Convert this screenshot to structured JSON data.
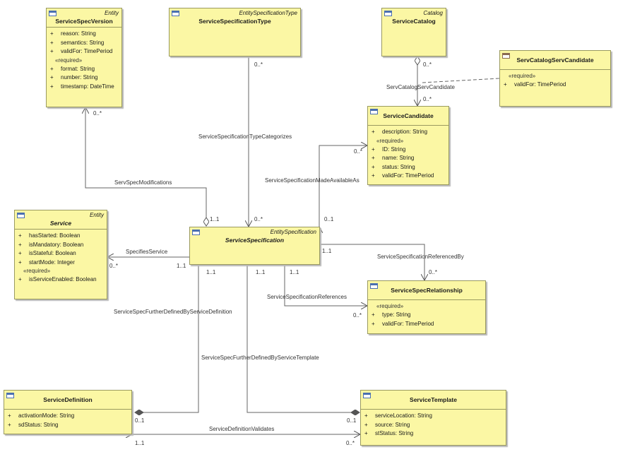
{
  "classes": {
    "spec_version": {
      "stereotype": "Entity",
      "name": "ServiceSpecVersion",
      "attrs": [
        "reason: String",
        "semantics: String",
        "validFor: TimePeriod"
      ],
      "required_label": "«required»",
      "required_attrs": [
        "format: String",
        "number: String",
        "timestamp: DateTime"
      ]
    },
    "spec_type": {
      "stereotype": "EntitySpecificationType",
      "name": "ServiceSpecificationType"
    },
    "catalog": {
      "stereotype": "Catalog",
      "name": "ServiceCatalog"
    },
    "cat_candidate": {
      "name": "ServCatalogServCandidate",
      "required_label": "«required»",
      "required_attrs": [
        "validFor: TimePeriod"
      ]
    },
    "candidate": {
      "name": "ServiceCandidate",
      "attrs": [
        "description: String"
      ],
      "required_label": "«required»",
      "required_attrs": [
        "ID: String",
        "name: String",
        "status: String",
        "validFor: TimePeriod"
      ]
    },
    "service": {
      "stereotype": "Entity",
      "name": "Service",
      "attrs": [
        "hasStarted: Boolean",
        "isMandatory: Boolean",
        "isStateful: Boolean",
        "startMode: Integer"
      ],
      "required_label": "«required»",
      "required_attrs": [
        "isServiceEnabled: Boolean"
      ]
    },
    "spec": {
      "stereotype": "EntitySpecification",
      "name": "ServiceSpecification"
    },
    "relationship": {
      "name": "ServiceSpecRelationship",
      "required_label": "«required»",
      "required_attrs": [
        "type: String",
        "validFor: TimePeriod"
      ]
    },
    "definition": {
      "name": "ServiceDefinition",
      "attrs": [
        "activationMode: String",
        "sdStatus: String"
      ]
    },
    "template": {
      "name": "ServiceTemplate",
      "attrs": [
        "serviceLocation: String",
        "source: String",
        "stStatus: String"
      ]
    }
  },
  "plus": "+",
  "associations": {
    "spec_modifications": "ServSpecModifications",
    "type_categorizes": "ServiceSpecificationTypeCategorizes",
    "catalog_candidate": "ServCatalogServCandidate",
    "made_available": "ServiceSpecificationMadeAvailableAs",
    "specifies_service": "SpecifiesService",
    "referenced_by": "ServiceSpecificationReferencedBy",
    "references": "ServiceSpecificationReferences",
    "by_definition": "ServiceSpecFurtherDefinedByServiceDefinition",
    "by_template": "ServiceSpecFurtherDefinedByServiceTemplate",
    "definition_validates": "ServiceDefinitionValidates"
  },
  "multiplicities": {
    "version_many": "0..*",
    "spec_mod_one": "1..1",
    "type_many": "0..*",
    "spec_type_many": "0..*",
    "catalog_many": "0..*",
    "candidate_catalog_many": "0..*",
    "candidate_many": "0..*",
    "spec_candidate_one": "0..1",
    "service_many": "0..*",
    "spec_service_one": "1..1",
    "spec_refby_one": "1..1",
    "relationship_refby_many": "0..*",
    "spec_refs_one": "1..1",
    "relationship_refs_many": "0..*",
    "spec_def_one": "1..1",
    "definition_one": "0..1",
    "spec_tmpl_one": "1..1",
    "template_one": "0..1",
    "validates_def_one": "1..1",
    "validates_tmpl_many": "0..*"
  }
}
